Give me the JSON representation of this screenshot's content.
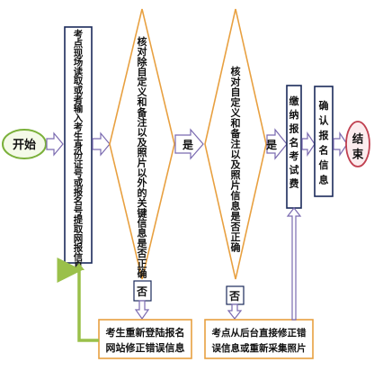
{
  "nodes": {
    "start": "开始",
    "step1": "考点现场读取或者输入考生身份证号或报名号提取网报信息",
    "check1": "核对除自定义和备注以及照片以外的关键信息是否正确",
    "check2": "核对自定义和备注以及照片信息是否正确",
    "pay": "缴纳报名考试费",
    "confirm": "确认报名信息",
    "end": "结束",
    "fix1": [
      "考生重新登陆报名",
      "网站修正错误信息"
    ],
    "fix2": [
      "考点从后台直接修正错",
      "误信息或重新采集照片"
    ]
  },
  "labels": {
    "yes": "是",
    "no": "否"
  },
  "colors": {
    "box_border": "#1a2a5a",
    "start_border": "#7ab03a",
    "start_fill": "#f4fae8",
    "diamond_border": "#e8a040",
    "end_border": "#c04050",
    "end_fill": "#fcecee",
    "fix_border": "#e8a040",
    "arrow": "#7a6ab0",
    "arrow_fill": "#ffffff",
    "arrow_green": "#9ac04a"
  }
}
